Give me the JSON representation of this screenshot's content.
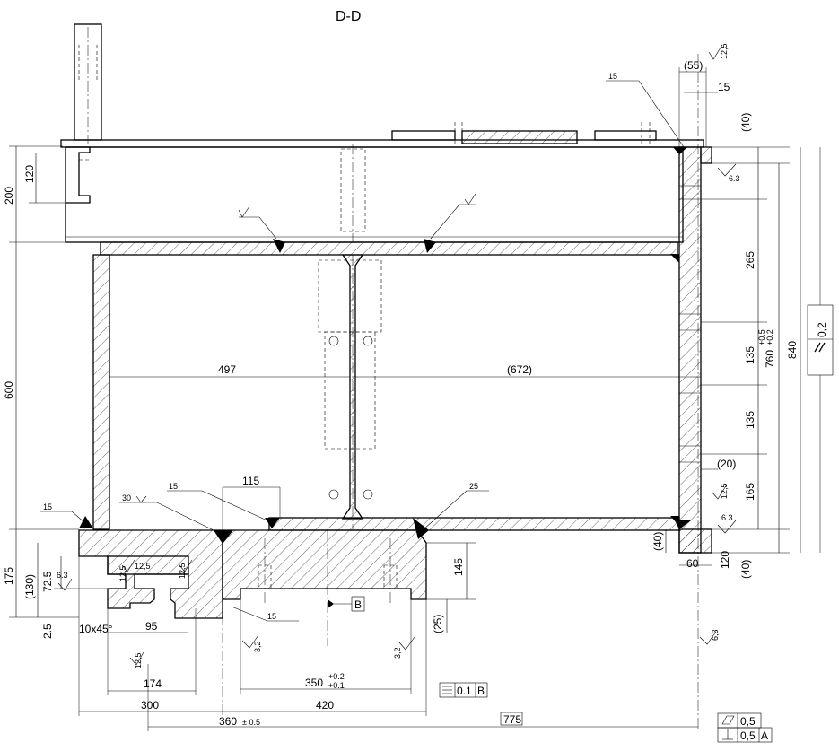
{
  "title": "D-D",
  "dims": {
    "d55": "(55)",
    "d15a": "15",
    "d40a": "(40)",
    "d200": "200",
    "d120a": "120",
    "d265": "265",
    "d135a": "135",
    "d135b": "135",
    "d165": "165",
    "d760": "760",
    "d760tolp": "+0.5",
    "d760tolm": "+0.2",
    "d840": "840",
    "d497": "497",
    "d672": "(672)",
    "d600": "600",
    "d115": "115",
    "d20": "(20)",
    "d40b": "(40)",
    "d60": "60",
    "d120b": "120",
    "d40c": "(40)",
    "d175": "175",
    "d130": "(130)",
    "d72_5": "72.5",
    "d2_5": "2.5",
    "d10x45": "10x45°",
    "d95": "95",
    "d145": "145",
    "d25": "(25)",
    "d174": "174",
    "d300": "300",
    "d360": "360",
    "d360tol": "± 0.5",
    "d420": "420",
    "d350": "350",
    "d350tolp": "+0.2",
    "d350tolm": "+0.1",
    "d775": "775"
  },
  "rough": {
    "r12_5a": "12,5",
    "r15a": "15",
    "r6_3a": "6.3",
    "r15b": "15",
    "r30": "30",
    "r15c": "15",
    "r25": "25",
    "r12_5b": "12,5",
    "r6_3b": "6.3",
    "r6_3c": "6.3",
    "r12_5c": "12,5",
    "r12_5d": "12,5",
    "r12_5e": "12,5",
    "r12_5f": "12,5",
    "r15d": "15",
    "r3_2a": "3,2",
    "r3_2b": "3,2",
    "r6_3d": "6,3"
  },
  "gdt": {
    "parallel_value": "0,2",
    "sym_value": "0.1",
    "sym_datum": "B",
    "datum_b": "B",
    "flat_value": "0,5",
    "perp_value": "0,5",
    "perp_datum": "A"
  },
  "colors": {
    "line": "#000000",
    "background": "#ffffff"
  }
}
